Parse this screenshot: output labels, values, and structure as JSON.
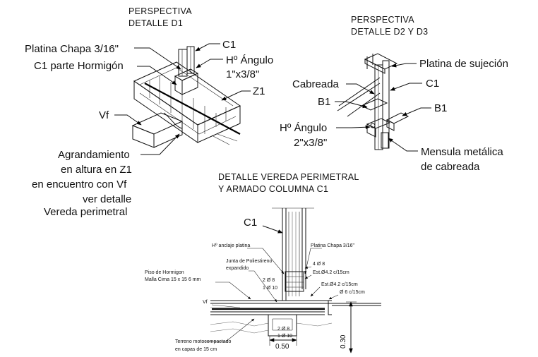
{
  "d1": {
    "title_1": "PERSPECTIVA",
    "title_2": "DETALLE    D1",
    "labels": {
      "platina": "Platina Chapa 3/16\"",
      "c1_hormigon": "C1 parte Hormigón",
      "c1": "C1",
      "angulo_1": "Hº Ángulo",
      "angulo_2": "1\"x3/8\"",
      "z1": "Z1",
      "vf": "Vf",
      "agr_1": "Agrandamiento",
      "agr_2": "en altura en Z1",
      "agr_3": "en encuentro con Vf",
      "agr_4": "ver detalle",
      "agr_5": "Vereda perimetral"
    }
  },
  "d2": {
    "title_1": "PERSPECTIVA",
    "title_2": "DETALLE D2 Y D3",
    "labels": {
      "platina_sujecion": "Platina de sujeción",
      "cabreada": "Cabreada",
      "c1": "C1",
      "b1_left": "B1",
      "b1_right": "B1",
      "angulo_1": "Hº Ángulo",
      "angulo_2": "2\"x3/8\"",
      "mensula_1": "Mensula metálica",
      "mensula_2": "de cabreada"
    }
  },
  "vereda": {
    "title_1": "DETALLE VEREDA PERIMETRAL",
    "title_2": "Y ARMADO COLUMNA C1",
    "labels": {
      "c1": "C1",
      "anclaje": "Hº anclaje platina",
      "platina": "Platina Chapa 3/16\"",
      "junta_1": "Junta de Poliestireno",
      "junta_2": "expandido",
      "piso_1": "Piso de Hormigon",
      "piso_2": "Malla Cima 15 x 15 6 mm",
      "bar_2d8_top": "2 Ø 8",
      "bar_1d10_top": "1 Ø 10",
      "bar_4d8": "4 Ø 8",
      "estribo_1": "Est.Ø4.2 c/15cm",
      "estribo_2": "Est.Ø4.2 c/15cm",
      "bar_d6": "Ø 6 c/15cm",
      "vf": "Vf",
      "bar_2d8_bot": "2 Ø 8",
      "bar_1d10_bot": "1 Ø 10",
      "terreno_1": "Terreno motocompactado",
      "terreno_2": "en capas de 15 cm",
      "dim_050": "0.50",
      "dim_030": "0.30"
    }
  }
}
